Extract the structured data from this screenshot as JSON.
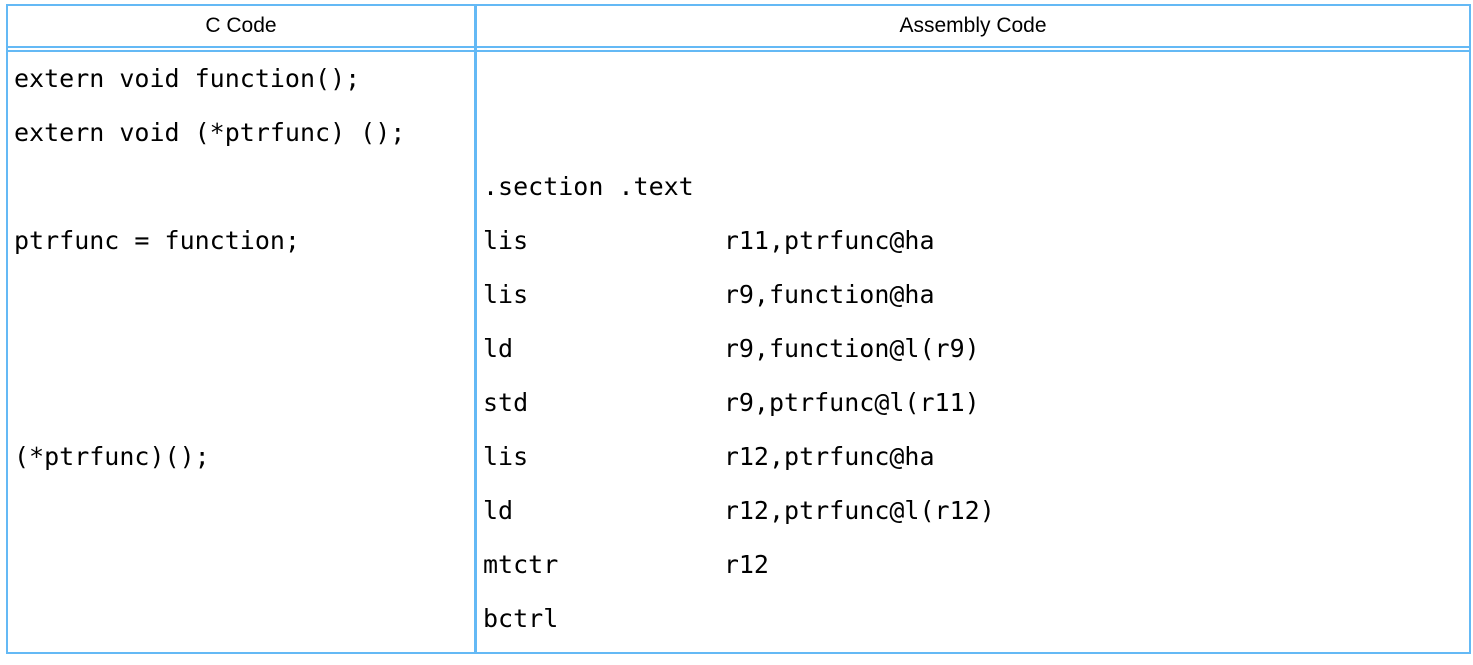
{
  "table": {
    "border_color": "#64b9f5",
    "text_color": "#000000",
    "header": {
      "c_column_label": "C Code",
      "asm_column_label": "Assembly Code"
    },
    "body": {
      "c_code_lines": [
        "extern void function();",
        "extern void (*ptrfunc) ();",
        "",
        "ptrfunc = function;",
        "",
        "",
        "",
        "(*ptrfunc)();",
        "",
        "",
        ""
      ],
      "assembly_lines": [
        "",
        "",
        ".section .text",
        "lis             r11,ptrfunc@ha",
        "lis             r9,function@ha",
        "ld              r9,function@l(r9)",
        "std             r9,ptrfunc@l(r11)",
        "lis             r12,ptrfunc@ha",
        "ld              r12,ptrfunc@l(r12)",
        "mtctr           r12",
        "bctrl"
      ]
    }
  }
}
